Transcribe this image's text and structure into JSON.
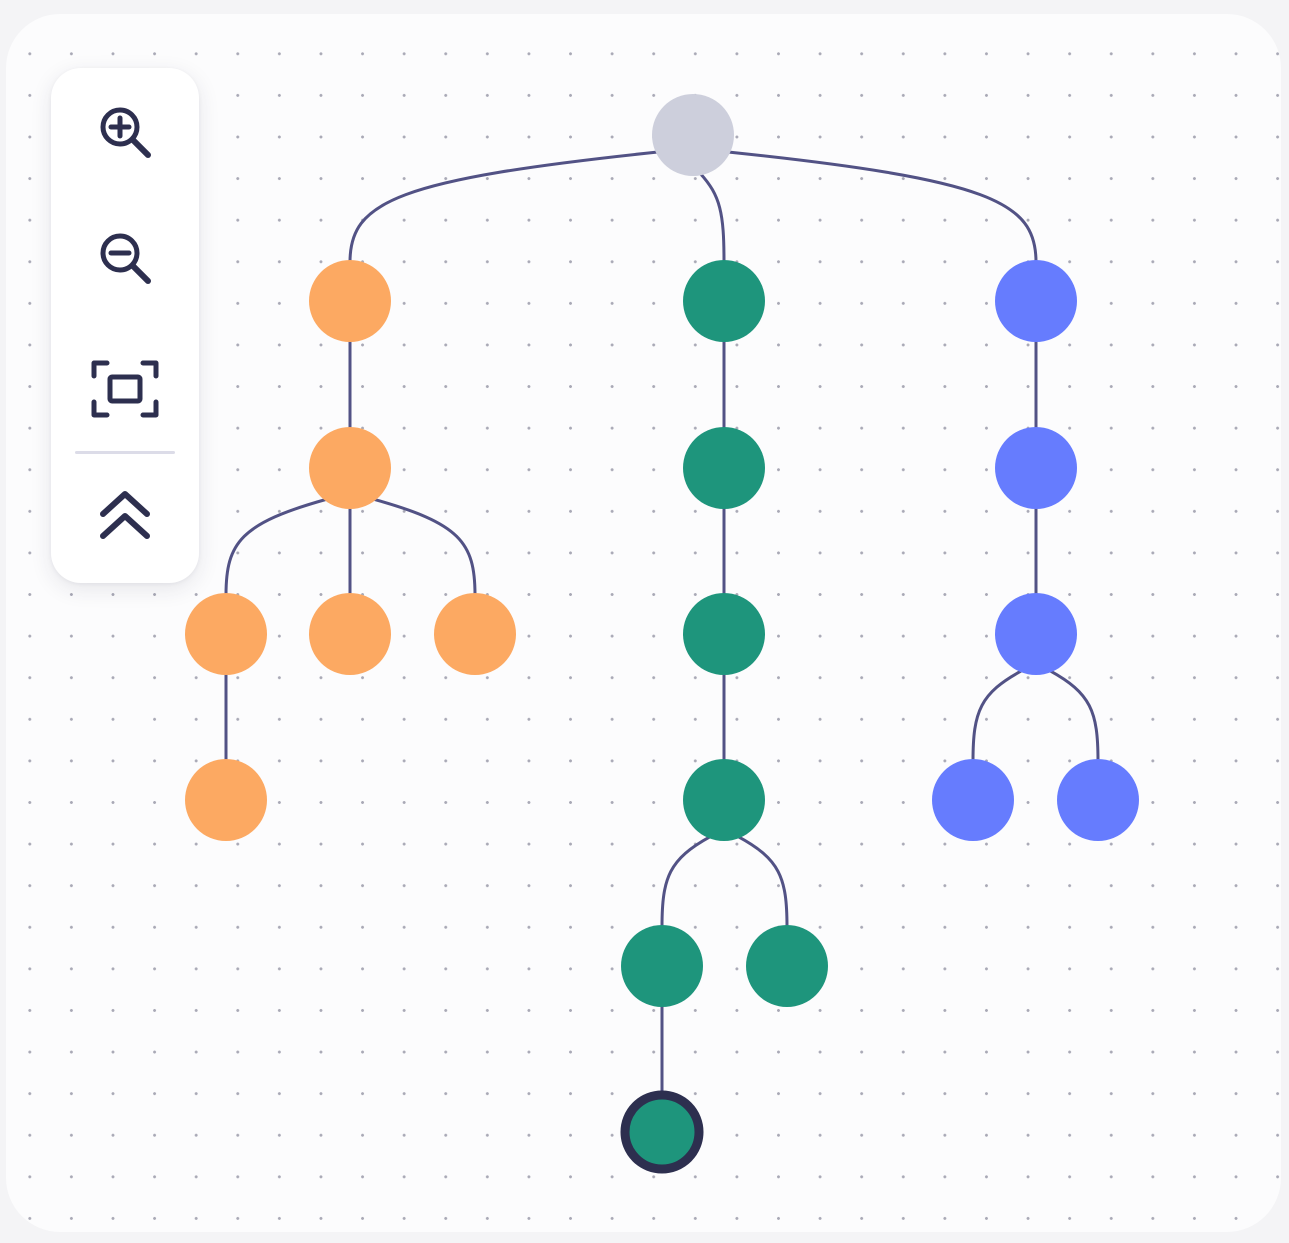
{
  "toolbar": {
    "buttons": [
      {
        "name": "zoom-in-button",
        "icon": "zoom-in-icon"
      },
      {
        "name": "zoom-out-button",
        "icon": "zoom-out-icon"
      },
      {
        "name": "fit-view-button",
        "icon": "fit-view-icon"
      },
      {
        "name": "collapse-toolbar-button",
        "icon": "double-chevron-up-icon"
      }
    ]
  },
  "colors": {
    "canvas_bg": "#fcfcfd",
    "dot_grid": "#a9a9b6",
    "edge": "#525285",
    "icon": "#2d2f4f",
    "root": "#cdcfdc",
    "branch_a": "#fca962",
    "branch_b": "#1e957c",
    "branch_c": "#667cfe",
    "selected_ring": "#2d2f4f"
  },
  "tree": {
    "nodes": [
      {
        "id": "root",
        "group": "root",
        "parent": null
      },
      {
        "id": "a1",
        "group": "branch_a",
        "parent": "root"
      },
      {
        "id": "a2",
        "group": "branch_a",
        "parent": "a1"
      },
      {
        "id": "a3",
        "group": "branch_a",
        "parent": "a2"
      },
      {
        "id": "a4",
        "group": "branch_a",
        "parent": "a2"
      },
      {
        "id": "a5",
        "group": "branch_a",
        "parent": "a2"
      },
      {
        "id": "a6",
        "group": "branch_a",
        "parent": "a3"
      },
      {
        "id": "b1",
        "group": "branch_b",
        "parent": "root"
      },
      {
        "id": "b2",
        "group": "branch_b",
        "parent": "b1"
      },
      {
        "id": "b3",
        "group": "branch_b",
        "parent": "b2"
      },
      {
        "id": "b4",
        "group": "branch_b",
        "parent": "b3"
      },
      {
        "id": "b5",
        "group": "branch_b",
        "parent": "b4"
      },
      {
        "id": "b6",
        "group": "branch_b",
        "parent": "b4"
      },
      {
        "id": "b7",
        "group": "branch_b",
        "parent": "b5",
        "selected": true
      },
      {
        "id": "c1",
        "group": "branch_c",
        "parent": "root"
      },
      {
        "id": "c2",
        "group": "branch_c",
        "parent": "c1"
      },
      {
        "id": "c3",
        "group": "branch_c",
        "parent": "c2"
      },
      {
        "id": "c4",
        "group": "branch_c",
        "parent": "c3"
      },
      {
        "id": "c5",
        "group": "branch_c",
        "parent": "c3"
      }
    ]
  }
}
